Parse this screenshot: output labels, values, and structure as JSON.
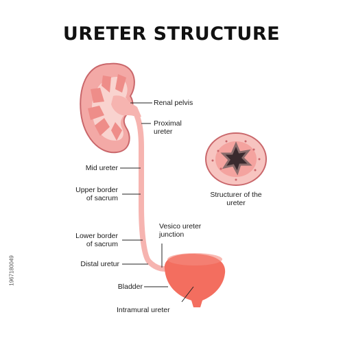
{
  "title": "URETER STRUCTURE",
  "labels": {
    "renal_pelvis": "Renal pelvis",
    "proximal_ureter_1": "Proximal",
    "proximal_ureter_2": "ureter",
    "mid_ureter": "Mid ureter",
    "upper_border_1": "Upper border",
    "upper_border_2": "of sacrum",
    "lower_border_1": "Lower border",
    "lower_border_2": "of sacrum",
    "distal_ureter": "Distal uretur",
    "vesico_1": "Vesico ureter",
    "vesico_2": "junction",
    "bladder": "Bladder",
    "intramural": "Intramural ureter",
    "cross_section_1": "Structurer of the",
    "cross_section_2": "ureter"
  },
  "watermark_id": "1967180049",
  "colors": {
    "kidney_outer": "#f3a9a6",
    "kidney_outline": "#c9666a",
    "kidney_inner": "#f9d3cf",
    "pyramids": "#ee8d89",
    "ureter": "#f6b4b0",
    "bladder": "#f36e5f",
    "section_outer": "#f7c4c0",
    "section_ring": "#8a6b6b",
    "section_lumen": "#3a2a2e"
  }
}
